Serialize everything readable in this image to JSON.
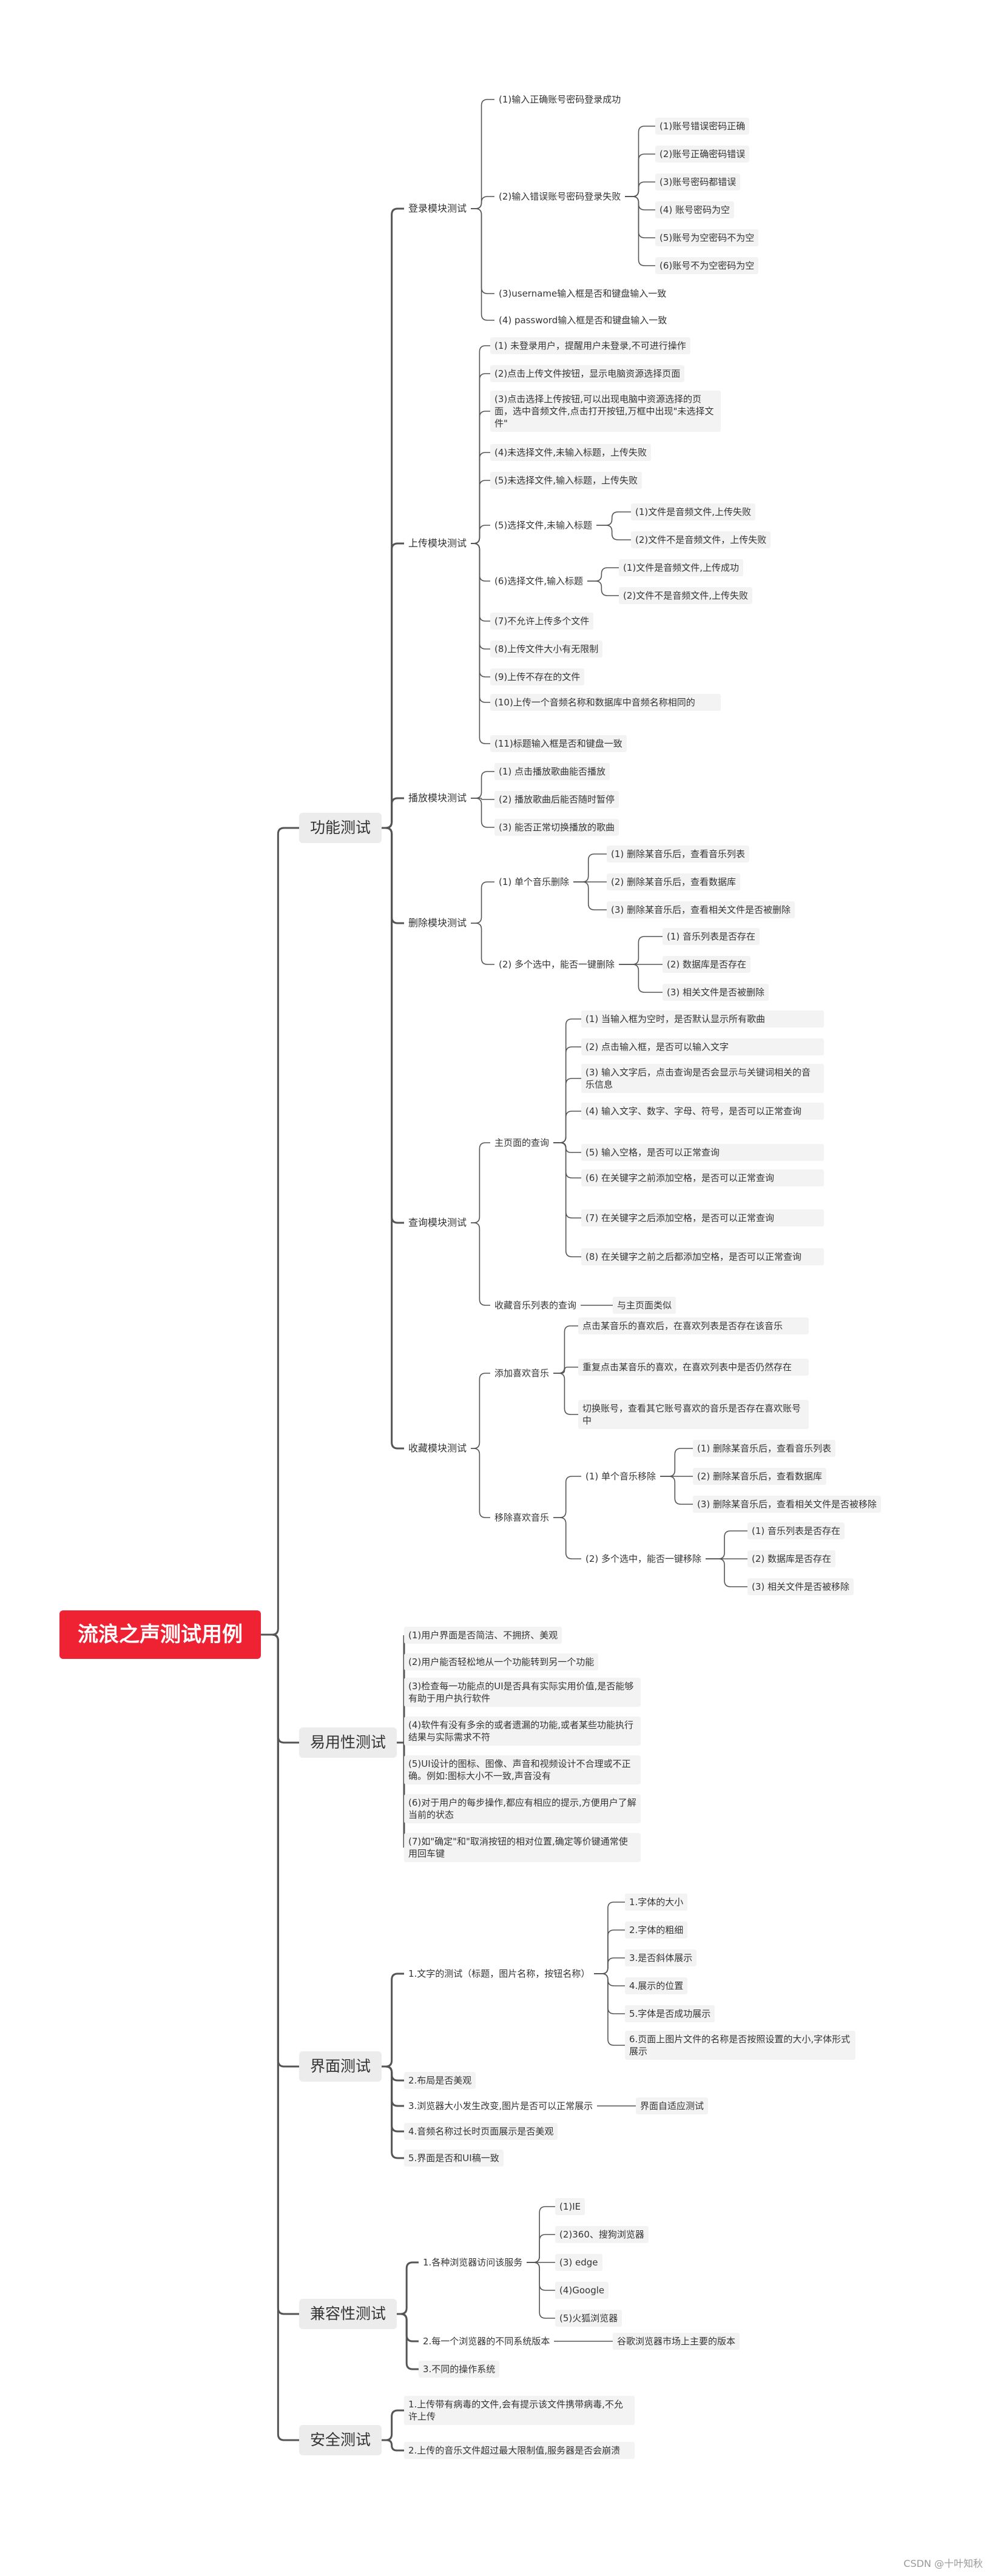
{
  "root": "流浪之声测试用例",
  "branches": [
    {
      "label": "功能测试",
      "children": [
        {
          "label": "登录模块测试",
          "children": [
            {
              "label": "(1)输入正确账号密码登录成功"
            },
            {
              "label": "(2)输入错误账号密码登录失败",
              "children": [
                {
                  "label": "(1)账号错误密码正确"
                },
                {
                  "label": "(2)账号正确密码错误"
                },
                {
                  "label": "(3)账号密码都错误"
                },
                {
                  "label": "(4) 账号密码为空"
                },
                {
                  "label": "(5)账号为空密码不为空"
                },
                {
                  "label": "(6)账号不为空密码为空"
                }
              ]
            },
            {
              "label": "(3)username输入框是否和键盘输入一致"
            },
            {
              "label": "(4) password输入框是否和键盘输入一致"
            }
          ]
        },
        {
          "label": "上传模块测试",
          "children": [
            {
              "label": "(1) 未登录用户，提醒用户未登录,不可进行操作"
            },
            {
              "label": "(2)点击上传文件按钮，显示电脑资源选择页面"
            },
            {
              "label": "(3)点击选择上传按钮,可以出现电脑中资源选择的页面，选中音频文件,点击打开按钮,万框中出现\"未选择文件\""
            },
            {
              "label": "(4)未选择文件,未输入标题，上传失败"
            },
            {
              "label": "(5)未选择文件,输入标题，上传失败"
            },
            {
              "label": "(5)选择文件,未输入标题",
              "children": [
                {
                  "label": "(1)文件是音频文件,上传失败"
                },
                {
                  "label": "(2)文件不是音频文件，上传失败"
                }
              ]
            },
            {
              "label": "(6)选择文件,输入标题",
              "children": [
                {
                  "label": "(1)文件是音频文件,上传成功"
                },
                {
                  "label": "(2)文件不是音频文件,上传失败"
                }
              ]
            },
            {
              "label": "(7)不允许上传多个文件"
            },
            {
              "label": "(8)上传文件大小有无限制"
            },
            {
              "label": "(9)上传不存在的文件"
            },
            {
              "label": "(10)上传一个音频名称和数据库中音频名称相同的"
            },
            {
              "label": "(11)标题输入框是否和键盘一致"
            }
          ]
        },
        {
          "label": "播放模块测试",
          "children": [
            {
              "label": "(1) 点击播放歌曲能否播放"
            },
            {
              "label": "(2) 播放歌曲后能否随时暂停"
            },
            {
              "label": "(3) 能否正常切换播放的歌曲"
            }
          ]
        },
        {
          "label": "删除模块测试",
          "children": [
            {
              "label": "(1) 单个音乐删除",
              "children": [
                {
                  "label": "(1) 删除某音乐后，查看音乐列表"
                },
                {
                  "label": "(2) 删除某音乐后，查看数据库"
                },
                {
                  "label": "(3) 删除某音乐后，查看相关文件是否被删除"
                }
              ]
            },
            {
              "label": "(2) 多个选中，能否一键删除",
              "children": [
                {
                  "label": "(1) 音乐列表是否存在"
                },
                {
                  "label": "(2) 数据库是否存在"
                },
                {
                  "label": "(3) 相关文件是否被删除"
                }
              ]
            }
          ]
        },
        {
          "label": "查询模块测试",
          "children": [
            {
              "label": "主页面的查询",
              "children": [
                {
                  "label": "(1) 当输入框为空时，是否默认显示所有歌曲"
                },
                {
                  "label": "(2) 点击输入框，是否可以输入文字"
                },
                {
                  "label": "(3) 输入文字后，点击查询是否会显示与关键词相关的音乐信息"
                },
                {
                  "label": "(4) 输入文字、数字、字母、符号，是否可以正常查询"
                },
                {
                  "label": "(5) 输入空格，是否可以正常查询"
                },
                {
                  "label": "(6) 在关键字之前添加空格，是否可以正常查询"
                },
                {
                  "label": "(7) 在关键字之后添加空格，是否可以正常查询"
                },
                {
                  "label": "(8) 在关键字之前之后都添加空格，是否可以正常查询"
                }
              ]
            },
            {
              "label": "收藏音乐列表的查询",
              "children": [
                {
                  "label": "与主页面类似"
                }
              ]
            }
          ]
        },
        {
          "label": "收藏模块测试",
          "children": [
            {
              "label": "添加喜欢音乐",
              "children": [
                {
                  "label": "点击某音乐的喜欢后，在喜欢列表是否存在该音乐"
                },
                {
                  "label": "重复点击某音乐的喜欢，在喜欢列表中是否仍然存在"
                },
                {
                  "label": "切换账号，查看其它账号喜欢的音乐是否存在喜欢账号中"
                }
              ]
            },
            {
              "label": "移除喜欢音乐",
              "children": [
                {
                  "label": "(1) 单个音乐移除",
                  "children": [
                    {
                      "label": "(1) 删除某音乐后，查看音乐列表"
                    },
                    {
                      "label": "(2) 删除某音乐后，查看数据库"
                    },
                    {
                      "label": "(3) 删除某音乐后，查看相关文件是否被移除"
                    }
                  ]
                },
                {
                  "label": "(2) 多个选中，能否一键移除",
                  "children": [
                    {
                      "label": "(1) 音乐列表是否存在"
                    },
                    {
                      "label": "(2) 数据库是否存在"
                    },
                    {
                      "label": "(3) 相关文件是否被移除"
                    }
                  ]
                }
              ]
            }
          ]
        }
      ]
    },
    {
      "label": "易用性测试",
      "children": [
        {
          "label": "(1)用户界面是否简洁、不拥挤、美观"
        },
        {
          "label": "(2)用户能否轻松地从一个功能转到另一个功能"
        },
        {
          "label": "(3)检查每一功能点的UI是否具有实际实用价值,是否能够有助于用户执行软件"
        },
        {
          "label": "(4)软件有没有多余的或者遗漏的功能,或者某些功能执行结果与实际需求不符"
        },
        {
          "label": "(5)UI设计的图标、图像、声音和视频设计不合理或不正确。例如:图标大小不一致,声音没有"
        },
        {
          "label": "(6)对于用户的每步操作,都应有相应的提示,方便用户了解当前的状态"
        },
        {
          "label": "(7)如\"确定\"和\"取消按钮的相对位置,确定等价键通常使用回车键"
        }
      ]
    },
    {
      "label": "界面测试",
      "children": [
        {
          "label": "1.文字的测试（标题，图片名称，按钮名称）",
          "children": [
            {
              "label": "1.字体的大小"
            },
            {
              "label": "2.字体的粗细"
            },
            {
              "label": "3.是否斜体展示"
            },
            {
              "label": "4.展示的位置"
            },
            {
              "label": "5.字体是否成功展示"
            },
            {
              "label": "6.页面上图片文件的名称是否按照设置的大小,字体形式展示"
            }
          ]
        },
        {
          "label": "2.布局是否美观"
        },
        {
          "label": "3.浏览器大小发生改变,图片是否可以正常展示",
          "children": [
            {
              "label": "界面自适应测试"
            }
          ]
        },
        {
          "label": "4.音频名称过长时页面展示是否美观"
        },
        {
          "label": "5.界面是否和UI稿一致"
        }
      ]
    },
    {
      "label": "兼容性测试",
      "children": [
        {
          "label": "1.各种浏览器访问该服务",
          "children": [
            {
              "label": "(1)IE"
            },
            {
              "label": "(2)360、搜狗浏览器"
            },
            {
              "label": "(3) edge"
            },
            {
              "label": "(4)Google"
            },
            {
              "label": "(5)火狐浏览器"
            }
          ]
        },
        {
          "label": "2.每一个浏览器的不同系统版本",
          "children": [
            {
              "label": "谷歌浏览器市场上主要的版本"
            }
          ]
        },
        {
          "label": "3.不同的操作系统"
        }
      ]
    },
    {
      "label": "安全测试",
      "children": [
        {
          "label": "1.上传带有病毒的文件,会有提示该文件携带病毒,不允许上传"
        },
        {
          "label": "2.上传的音乐文件超过最大限制值,服务器是否会崩溃"
        }
      ]
    }
  ],
  "watermark": "CSDN @十叶知秋"
}
